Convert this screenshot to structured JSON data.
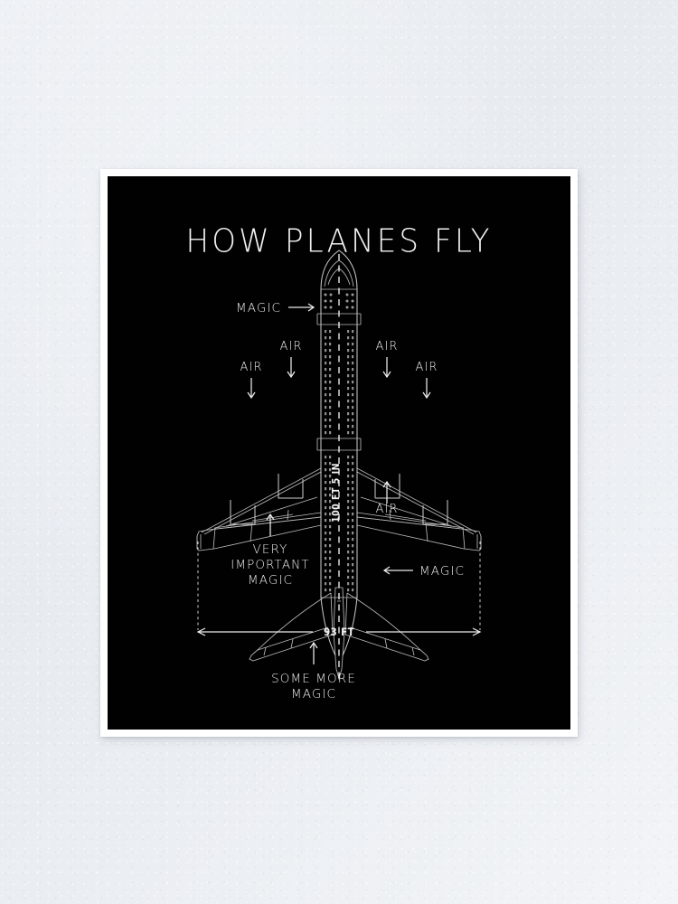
{
  "scene": {
    "background_color": "#eceff3",
    "poster_border_color": "#ffffff",
    "poster_art_color": "#010101"
  },
  "poster": {
    "title": "HOW PLANES FLY",
    "ink_color": "#e8e8e8",
    "subject": "airliner-top-view-blueprint"
  },
  "annotations": {
    "magic_nose": "MAGIC",
    "air_left_inner": "AIR",
    "air_left_outer": "AIR",
    "air_right_inner": "AIR",
    "air_right_outer": "AIR",
    "air_right_wing": "AIR",
    "very_important_magic": [
      "VERY",
      "IMPORTANT",
      "MAGIC"
    ],
    "magic_fuselage": "MAGIC",
    "some_more_magic": [
      "SOME MORE",
      "MAGIC"
    ]
  },
  "dimensions": {
    "length_label": "100 FT 5 IN",
    "wingspan_label": "93 FT"
  }
}
